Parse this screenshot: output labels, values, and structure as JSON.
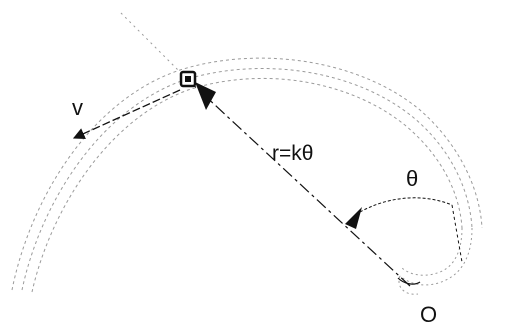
{
  "labels": {
    "velocity": "v",
    "radius": "r=kθ",
    "angle": "θ",
    "origin": "O"
  },
  "colors": {
    "ink": "#111111",
    "faint": "#9a9a9a",
    "background": "#ffffff"
  },
  "icons": {
    "satellite": "satellite-icon"
  }
}
